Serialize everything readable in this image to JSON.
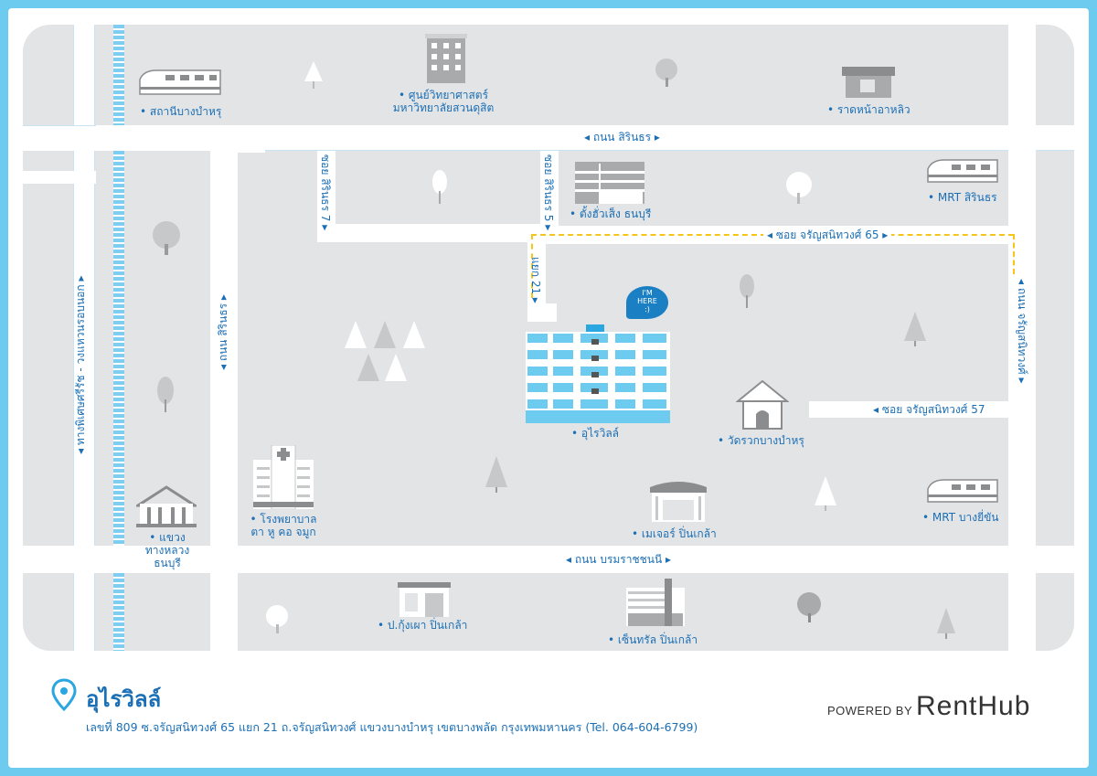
{
  "map": {
    "roads": {
      "sirinthon_top": "◂ ถนน สิรินธร ▸",
      "sirinthon_left": "◂ ถนน สิรินธร ▸",
      "soi_sirinthon_7": "ซอย สิรินธร 7 ▸",
      "soi_sirinthon_5": "ซอย สิรินธร 5 ▸",
      "soi_charan_65": "◂ ซอย จรัญสนิทวงศ์ 65 ▸",
      "yaek_21": "แยก 21 ▸",
      "soi_charan_57": "◂ ซอย จรัญสนิทวงศ์ 57",
      "charan_right": "◂ ถนน จรัญสนิทวงศ์ ▸",
      "borommaratchachonnani": "◂ ถนน บรมราชชนนี ▸",
      "rail_label": "◂ ทางพิเศษศรีรัช - วงแหวนรอบนอก ▸"
    },
    "places": {
      "bang_bamru_station": "• สถานีบางบำหรุ",
      "science_center_1": "• ศูนย์วิทยาศาสตร์",
      "science_center_2": "มหาวิทยาลัยสวนดุสิต",
      "rat_na_a_lio": "• ราดหน้าอาหลิว",
      "tang_hua_seng": "• ตั้งฮั่วเส็ง ธนบุรี",
      "mrt_sirinthon": "• MRT สิรินธร",
      "here_bubble_1": "I'M",
      "here_bubble_2": "HERE",
      "here_bubble_3": ":)",
      "u_rai_ville": "• อุไรวิลล์",
      "wat_bang_bamru": "• วัดรวกบางบำหรุ",
      "hospital_1": "• โรงพยาบาล",
      "hospital_2": "ตา หู คอ จมูก",
      "highway_1": "• แขวง",
      "highway_2": "ทางหลวง",
      "highway_3": "ธนบุรี",
      "major_pinklao": "• เมเจอร์ ปิ่นเกล้า",
      "mrt_bang_yi_khan": "• MRT บางยี่ขัน",
      "kungphao": "• ป.กุ้งเผา ปิ่นเกล้า",
      "central_pinklao": "• เซ็นทรัล ปิ่นเกล้า"
    }
  },
  "footer": {
    "title": "อุไรวิลล์",
    "address": "เลขที่ 809 ซ.จรัญสนิทวงศ์ 65 แยก 21 ถ.จรัญสนิทวงศ์ แขวงบางบำหรุ เขตบางพลัด กรุงเทพมหานคร (Tel. 064-604-6799)",
    "powered_by": "POWERED BY",
    "brand": "RentHub"
  },
  "colors": {
    "frame": "#6ccbef",
    "map_bg": "#e3e4e6",
    "label": "#1b6fb5",
    "accent": "#2aa6e0",
    "dotted_route": "#f5c518"
  }
}
